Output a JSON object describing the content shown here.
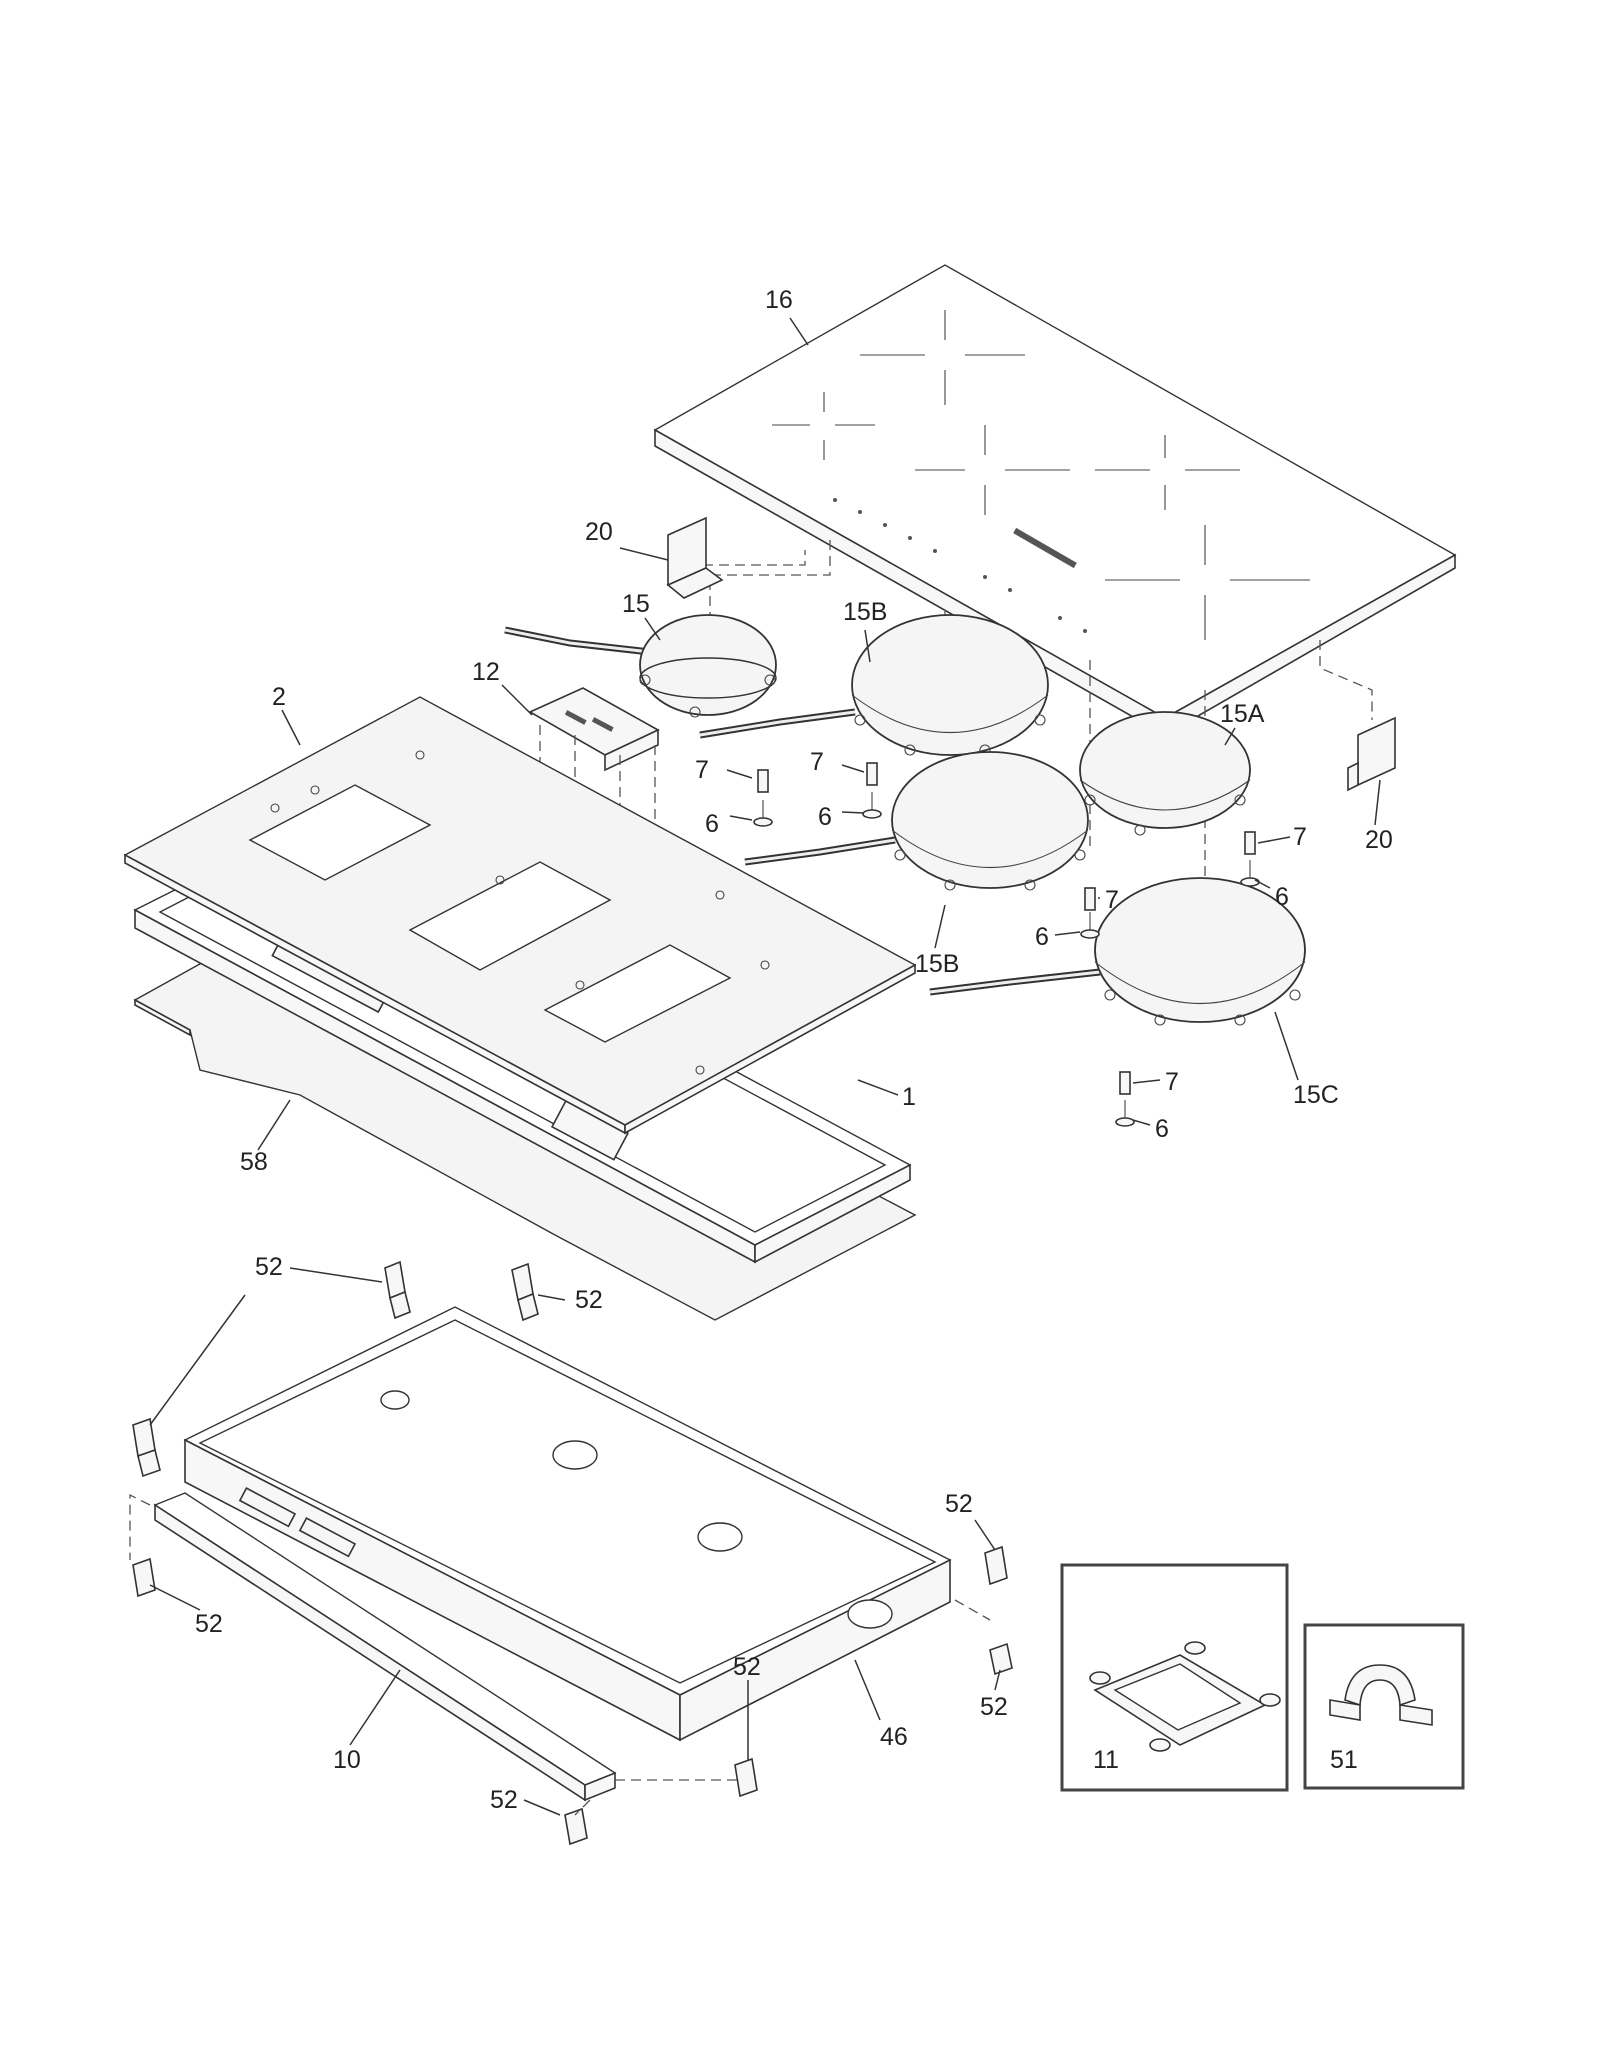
{
  "diagram": {
    "callouts": {
      "c16": "16",
      "c20a": "20",
      "c20b": "20",
      "c15": "15",
      "c15b_top": "15B",
      "c15b_bottom": "15B",
      "c15a": "15A",
      "c15c": "15C",
      "c12": "12",
      "c2": "2",
      "c1": "1",
      "c58": "58",
      "c7a": "7",
      "c7b": "7",
      "c7c": "7",
      "c7d": "7",
      "c7e": "7",
      "c6a": "6",
      "c6b": "6",
      "c6c": "6",
      "c6d": "6",
      "c6e": "6",
      "c52a": "52",
      "c52b": "52",
      "c52c": "52",
      "c52d": "52",
      "c52e": "52",
      "c52f": "52",
      "c52g": "52",
      "c10": "10",
      "c46": "46",
      "c11": "11",
      "c51": "51"
    }
  }
}
